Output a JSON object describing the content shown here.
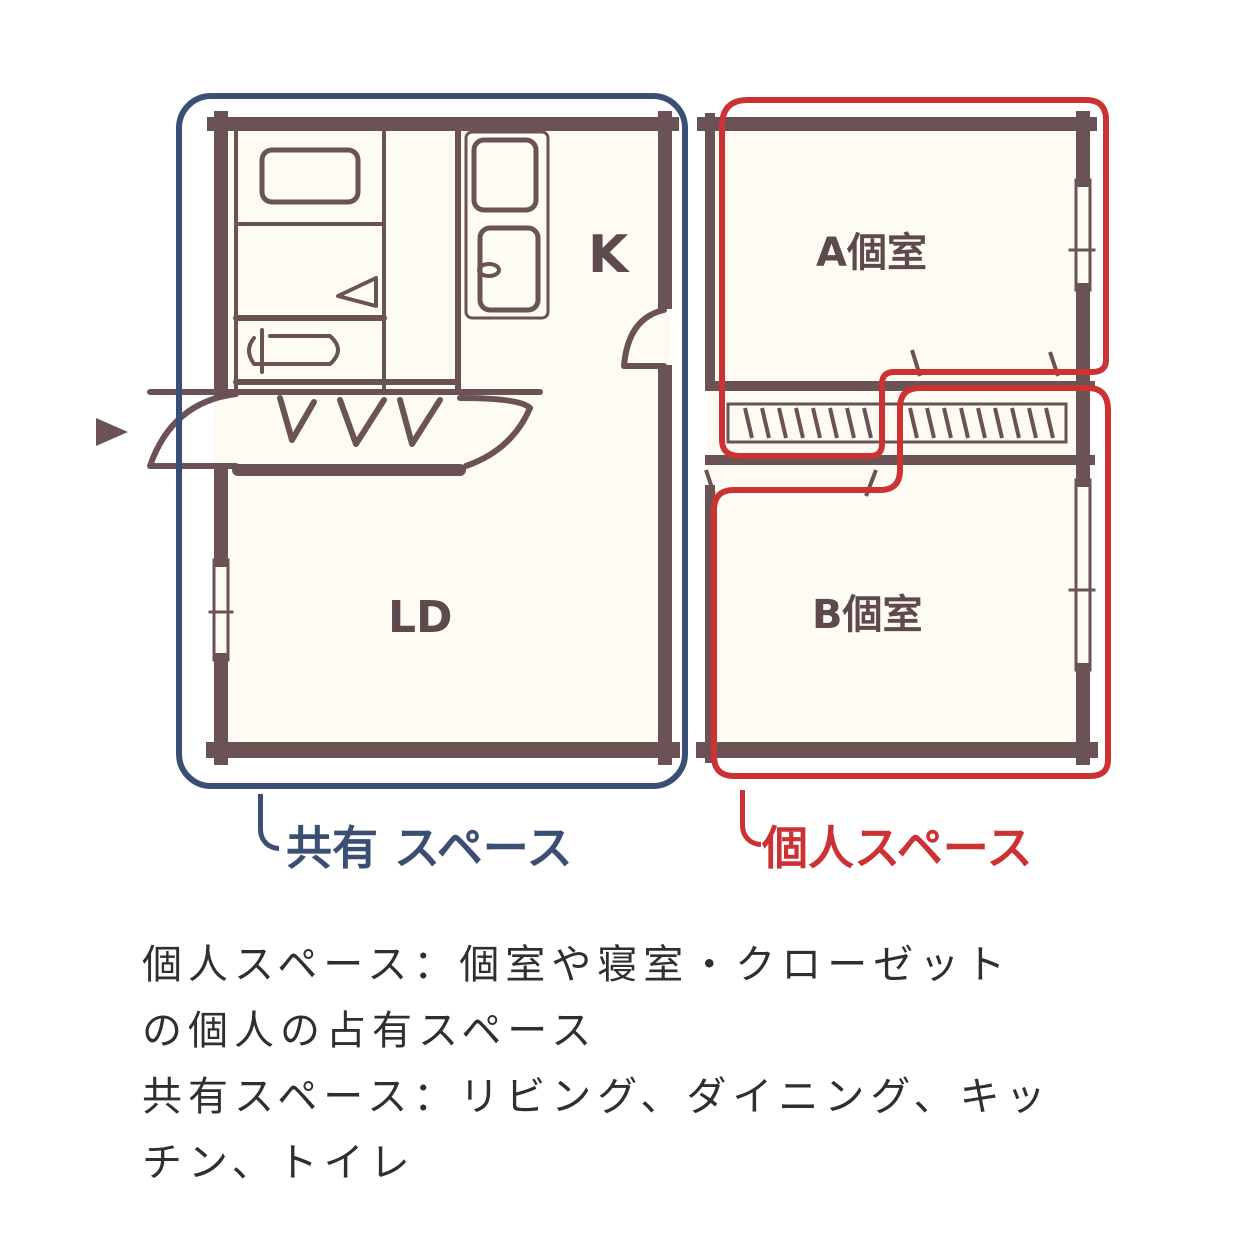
{
  "rooms": {
    "kitchen": "K",
    "living_dining": "LD",
    "room_a": "A個室",
    "room_b": "B個室"
  },
  "groups": {
    "shared": "共有 スペース",
    "private": "個人スペース"
  },
  "caption": {
    "line1": "個人スペース：個室や寝室・クローゼット",
    "line2": "の個人の占有スペース",
    "line3": "共有スペース：リビング、ダイニング、キッ",
    "line4": "チン、トイレ"
  },
  "colors": {
    "wall": "#6b5355",
    "floor": "#fefcf2",
    "shared_outline": "#3b4f74",
    "private_outline": "#cc3233",
    "text": "#2f2f2f"
  }
}
